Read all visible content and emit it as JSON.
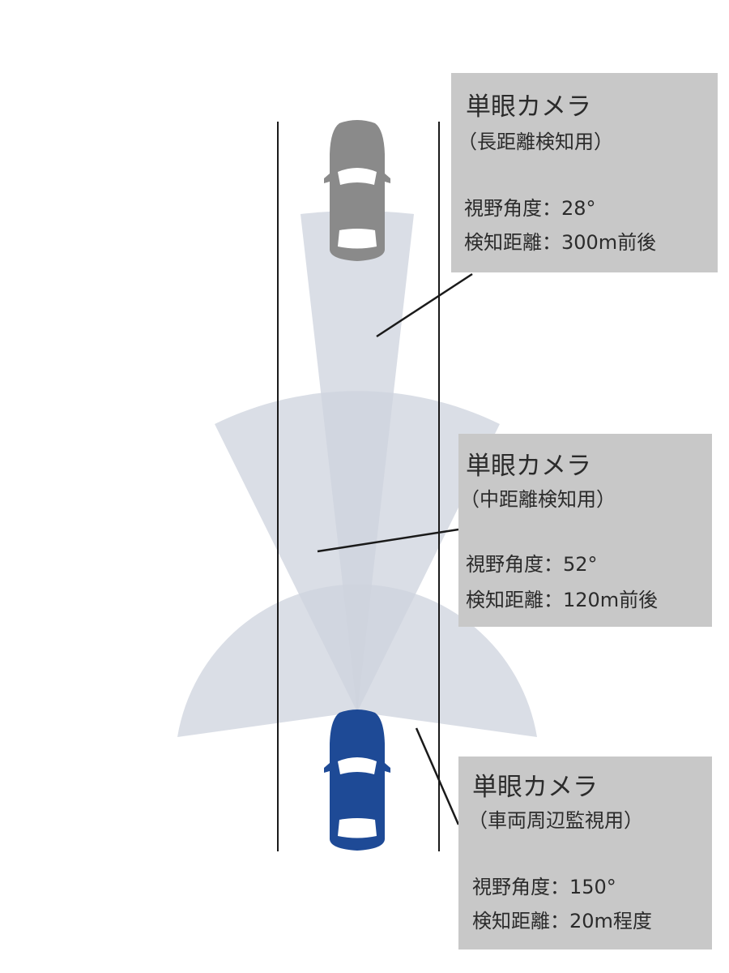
{
  "colors": {
    "background": "#ffffff",
    "lane_line": "#1a1a1a",
    "fov_fill": "#cdd3dd",
    "leader_line": "#1a1a1a",
    "box_fill": "#c8c8c8",
    "box_text": "#2b2b2b",
    "ego_car": "#1e4a96",
    "lead_car": "#8a8a8a",
    "windows": "#ffffff"
  },
  "cameras": [
    {
      "title": "単眼カメラ",
      "subtitle": "（長距離検知用）",
      "angle_label": "視野角度",
      "angle_value": "28°",
      "range_label": "検知距離",
      "range_value": "300m前後",
      "fov_degrees": 28
    },
    {
      "title": "単眼カメラ",
      "subtitle": "（中距離検知用）",
      "angle_label": "視野角度",
      "angle_value": "52°",
      "range_label": "検知距離",
      "range_value": "120m前後",
      "fov_degrees": 52
    },
    {
      "title": "単眼カメラ",
      "subtitle": "（車両周辺監視用）",
      "angle_label": "視野角度",
      "angle_value": "150°",
      "range_label": "検知距離",
      "range_value": "20m程度",
      "fov_degrees": 150
    }
  ],
  "separator": "：",
  "icons": {
    "ego_vehicle": "car-top-view-icon",
    "lead_vehicle": "car-top-view-icon"
  }
}
